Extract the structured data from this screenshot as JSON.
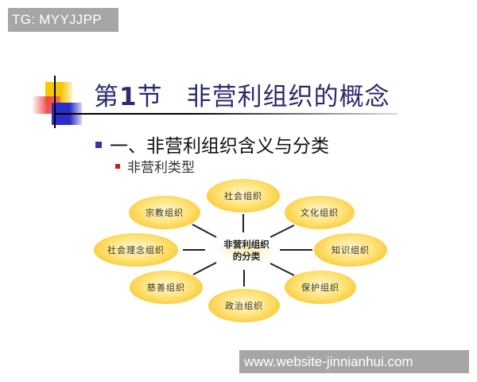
{
  "watermarks": {
    "top": "TG: MYYJJPP",
    "bottom": "www.website-jinnianhui.com"
  },
  "slide": {
    "title_prefix": "第",
    "title_number": "1",
    "title_section": "节",
    "title_text": "非营利组织的概念",
    "bullet_level1": "一、非营利组织含义与分类",
    "bullet_level2": "非营利类型",
    "colors": {
      "title": "#2a2a6e",
      "bullet1_marker": "#3434a8",
      "bullet2_marker": "#c8201e",
      "node_fill": "#f9c834"
    }
  },
  "diagram": {
    "center": {
      "line1": "非营利组织",
      "line2": "的分类"
    },
    "nodes": [
      {
        "label": "社会组织"
      },
      {
        "label": "文化组织"
      },
      {
        "label": "知识组织"
      },
      {
        "label": "保护组织"
      },
      {
        "label": "政治组织"
      },
      {
        "label": "慈善组织"
      },
      {
        "label": "社会理念组织"
      },
      {
        "label": "宗教组织"
      }
    ]
  }
}
